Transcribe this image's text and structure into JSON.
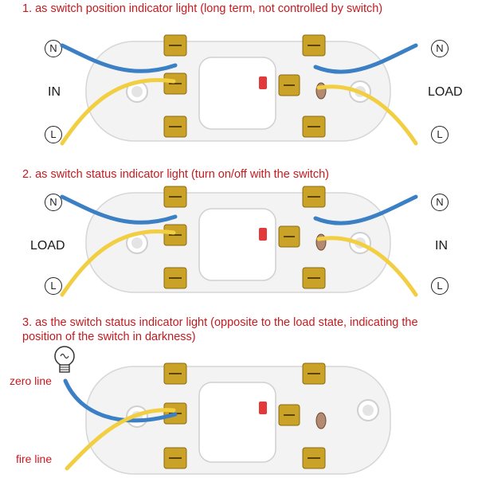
{
  "captions": {
    "c1": "1. as switch position indicator light (long term, not controlled by switch)",
    "c2": "2. as switch status indicator light (turn on/off with the switch)",
    "c3_line1": "3. as the switch status indicator light (opposite to the load state, indicating the",
    "c3_line2": "position of the switch in darkness)"
  },
  "panel1": {
    "left_label": "IN",
    "right_label": "LOAD",
    "neutral": "N",
    "live": "L"
  },
  "panel2": {
    "left_label": "LOAD",
    "right_label": "IN",
    "neutral": "N",
    "live": "L"
  },
  "panel3": {
    "top_wire_label": "zero line",
    "bottom_wire_label": "fire line"
  },
  "colors": {
    "caption": "#c8191e",
    "neutral_wire": "#3b7fc4",
    "live_wire": "#f2cf42",
    "brass": "#c9a227"
  },
  "icons": [
    "light-bulb-icon"
  ]
}
